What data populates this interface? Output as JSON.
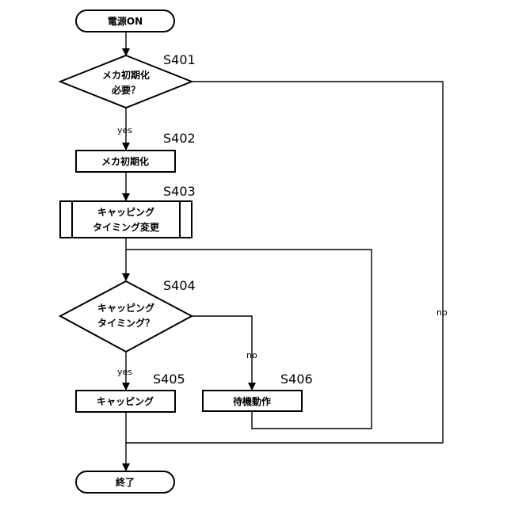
{
  "flowchart": {
    "start": "電源ON",
    "end": "終了",
    "s401": {
      "id": "S401",
      "line1": "メカ初期化",
      "line2": "必要？"
    },
    "s402": {
      "id": "S402",
      "label": "メカ初期化"
    },
    "s403": {
      "id": "S403",
      "line1": "キャッピング",
      "line2": "タイミング変更"
    },
    "s404": {
      "id": "S404",
      "line1": "キャッピング",
      "line2": "タイミング？"
    },
    "s405": {
      "id": "S405",
      "label": "キャッピング"
    },
    "s406": {
      "id": "S406",
      "label": "待機動作"
    },
    "branch": {
      "yes": "yes",
      "no": "no"
    }
  }
}
